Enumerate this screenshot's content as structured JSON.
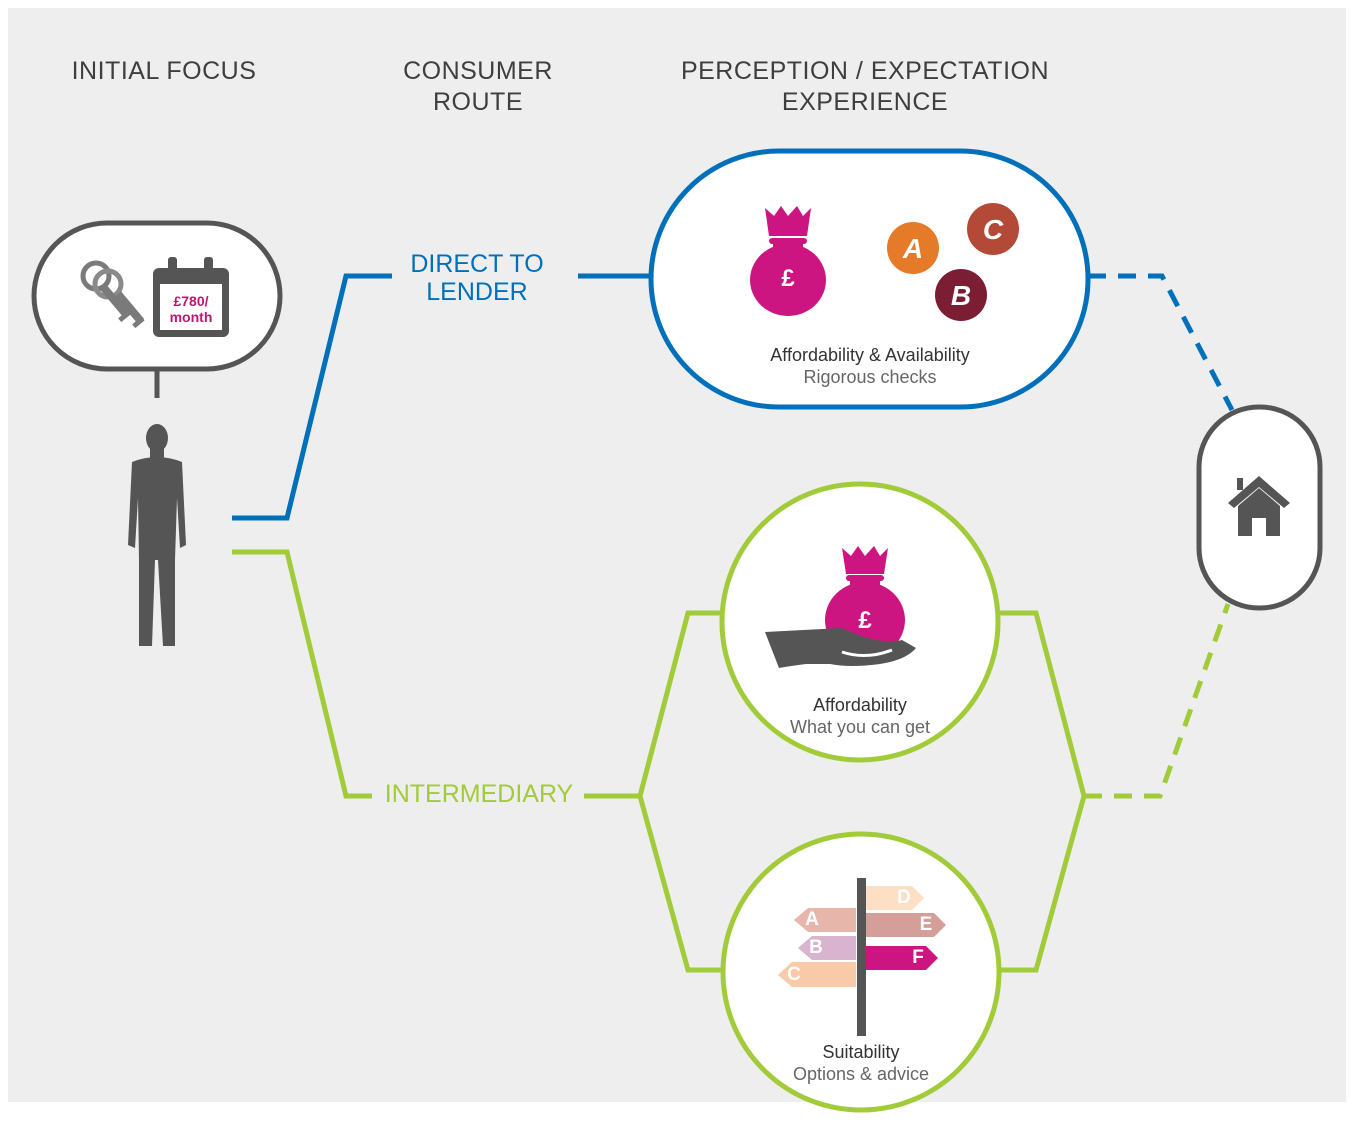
{
  "colors": {
    "background": "#eeeeee",
    "direct": "#0070bb",
    "intermediary": "#a2cb3a",
    "pink": "#cc1580",
    "dark_grey": "#555555",
    "orange": "#e57b28",
    "red_brown": "#b34a37",
    "maroon": "#7b1d33"
  },
  "headers": {
    "initial_focus": "INITIAL FOCUS",
    "consumer_route_1": "CONSUMER",
    "consumer_route_2": "ROUTE",
    "perception_1": "PERCEPTION / EXPECTATION",
    "perception_2": "EXPERIENCE"
  },
  "initial_focus": {
    "calendar_line1": "£780/",
    "calendar_line2": "month",
    "icons": [
      "keys-icon",
      "calendar-icon",
      "person-icon"
    ]
  },
  "routes": {
    "direct_line1": "DIRECT TO",
    "direct_line2": "LENDER",
    "intermediary": "INTERMEDIARY"
  },
  "direct_box": {
    "title": "Affordability & Availability",
    "subtitle": "Rigorous checks",
    "money_symbol": "£",
    "badges": [
      "A",
      "B",
      "C"
    ],
    "icons": [
      "money-bag-icon",
      "rating-badges-icon"
    ]
  },
  "affordability_circle": {
    "title": "Affordability",
    "subtitle": "What you can get",
    "money_symbol": "£",
    "icons": [
      "hand-holding-money-bag-icon"
    ]
  },
  "suitability_circle": {
    "title": "Suitability",
    "subtitle": "Options & advice",
    "signs_left": [
      "A",
      "B",
      "C"
    ],
    "signs_right": [
      "D",
      "E",
      "F"
    ],
    "icons": [
      "signpost-icon"
    ]
  },
  "destination": {
    "icons": [
      "home-icon"
    ]
  }
}
